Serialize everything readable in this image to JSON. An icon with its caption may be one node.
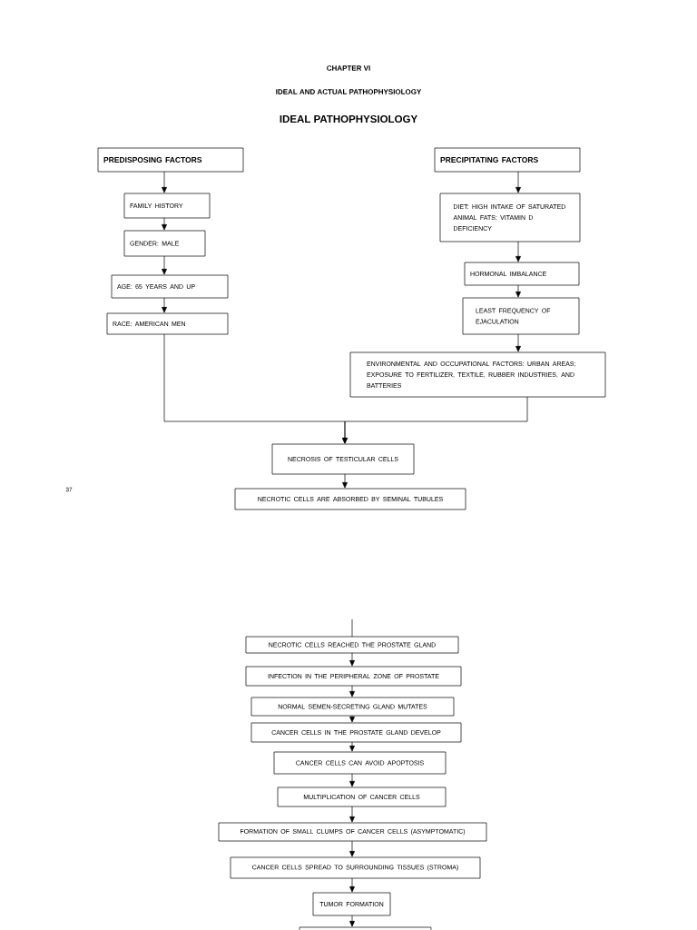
{
  "diagram": {
    "title": "IDEAL PATHOPHYSIOLOGY",
    "nodes": [
      {
        "text": [
          "PREDISPOSING FACTORS"
        ]
      },
      {
        "text": [
          "FAMILY HISTORY"
        ]
      },
      {
        "text": [
          "GENDER: MALE"
        ]
      },
      {
        "text": [
          "AGE: 65 YEARS AND UP"
        ]
      },
      {
        "text": [
          "RACE: AMERICAN MEN"
        ]
      },
      {
        "text": [
          "PRECIPITATING FACTORS"
        ]
      },
      {
        "text": [
          "DIET: HIGH INTAKE OF SATURATED ANIMAL FATS; VITAMIN D DEFICIENCY"
        ]
      },
      {
        "text": [
          "HORMONAL IMBALANCE"
        ]
      },
      {
        "text": [
          "LEAST FREQUENCY OF EJACULATION"
        ]
      },
      {
        "text": [
          "ENVIRONMENTAL AND OCCUPATIONAL FACTORS: URBAN AREAS; EXPOSURE TO FERTILIZER, TEXTILE, RUBBER INDUSTRIES, AND BATTERIES"
        ]
      },
      {
        "text": [
          "NECROSIS OF TESTICULAR CELLS"
        ]
      },
      {
        "text": [
          "NECROTIC CELLS ARE ABSORBED BY SEMINAL TUBULES"
        ]
      },
      {
        "text": [
          "NECROTIC CELLS REACHED THE PROSTATE GLAND"
        ]
      },
      {
        "text": [
          "INFECTION IN THE PERIPHERAL ZONE OF PROSTATE"
        ]
      },
      {
        "text": [
          "NORMAL SEMEN-SECRETING GLAND MUTATES"
        ]
      },
      {
        "text": [
          "CANCER CELLS IN THE PROSTATE GLAND DEVELOP"
        ]
      },
      {
        "text": [
          "CANCER CELLS CAN AVOID APOPTOSIS"
        ]
      },
      {
        "text": [
          "MULTIPLICATION OF CANCER CELLS"
        ]
      },
      {
        "text": [
          "FORMATION OF SMALL CLUMPS OF CANCER CELLS (ASYMPTOMATIC)"
        ]
      },
      {
        "text": [
          "CANCER CELLS SPREAD TO SURROUNDING TISSUES (STROMA)"
        ]
      },
      {
        "text": [
          "TUMOR FORMATION"
        ]
      },
      {
        "text": [],
        "shape": "box"
      }
    ],
    "edges": [
      {
        "from": 0,
        "to": 1,
        "arrow": "to"
      },
      {
        "from": 1,
        "to": 2,
        "arrow": "to"
      },
      {
        "from": 2,
        "to": 3,
        "arrow": "to"
      },
      {
        "from": 3,
        "to": 4,
        "arrow": "to"
      },
      {
        "from": 5,
        "to": 6,
        "arrow": "to"
      },
      {
        "from": 6,
        "to": 7,
        "arrow": "to"
      },
      {
        "from": 7,
        "to": 8,
        "arrow": "to"
      },
      {
        "from": 8,
        "to": 9,
        "arrow": "to"
      },
      {
        "from": 4,
        "to": 10,
        "arrow": "to"
      },
      {
        "from": 9,
        "to": 10,
        "arrow": "to"
      },
      {
        "from": 10,
        "to": 11,
        "arrow": "to"
      },
      {
        "from": null,
        "to": 12,
        "arrow": "none"
      },
      {
        "from": 12,
        "to": 13,
        "arrow": "to"
      },
      {
        "from": 13,
        "to": 14,
        "arrow": "to"
      },
      {
        "from": 14,
        "to": 15,
        "arrow": "to"
      },
      {
        "from": 15,
        "to": 16,
        "arrow": "to"
      },
      {
        "from": 16,
        "to": 17,
        "arrow": "to"
      },
      {
        "from": 17,
        "to": 18,
        "arrow": "to"
      },
      {
        "from": 18,
        "to": 19,
        "arrow": "to"
      },
      {
        "from": 19,
        "to": 20,
        "arrow": "to"
      },
      {
        "from": 20,
        "to": 21,
        "arrow": "to"
      }
    ],
    "labels": [
      "CHAPTER VI",
      "IDEAL AND ACTUAL PATHOPHYSIOLOGY",
      "37"
    ]
  }
}
